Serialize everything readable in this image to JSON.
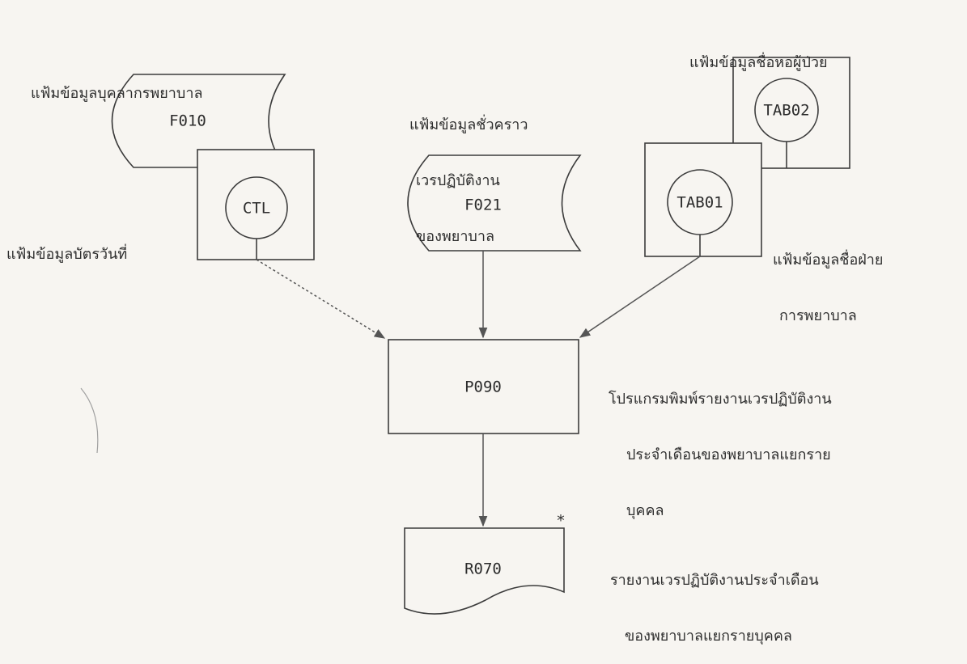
{
  "nodes": {
    "F010": {
      "code": "F010",
      "label": [
        "แฟ้มข้อมูลบุคลากรพยาบาล"
      ]
    },
    "CTL": {
      "code": "CTL",
      "label": [
        "แฟ้มข้อมูลบัตรวันที่"
      ]
    },
    "F021": {
      "code": "F021",
      "label": [
        "แฟ้มข้อมูลชั่วคราว",
        "เวรปฏิบัติงาน",
        "ของพยาบาล"
      ]
    },
    "TAB02": {
      "code": "TAB02",
      "label": [
        "แฟ้มข้อมูลชื่อหอผู้ป่วย"
      ]
    },
    "TAB01": {
      "code": "TAB01",
      "label": [
        "แฟ้มข้อมูลชื่อฝ่าย",
        "การพยาบาล"
      ]
    },
    "P090": {
      "code": "P090",
      "label": [
        "โปรแกรมพิมพ์รายงานเวรปฏิบัติงาน",
        "ประจำเดือนของพยาบาลแยกราย",
        "บุคคล"
      ]
    },
    "R070": {
      "code": "R070",
      "marker": "*",
      "label": [
        "รายงานเวรปฏิบัติงานประจำเดือน",
        "ของพยาบาลแยกรายบุคคล"
      ]
    }
  }
}
